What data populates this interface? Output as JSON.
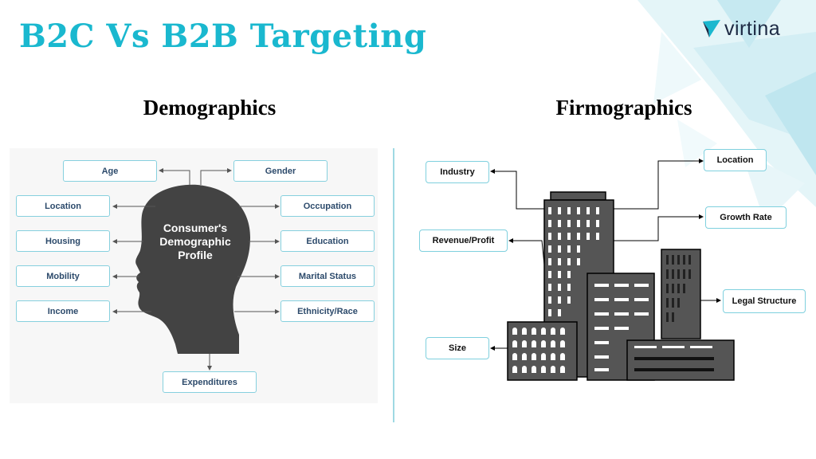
{
  "slide": {
    "title": "B2C Vs B2B  Targeting",
    "logo_text": "virtina",
    "logo_icon": "virtina-arrow-logo-icon",
    "accent_color": "#1ab8cf"
  },
  "demographics": {
    "heading": "Demographics",
    "center_label": "Consumer's Demographic Profile",
    "boxes": {
      "age": "Age",
      "gender": "Gender",
      "location": "Location",
      "occupation": "Occupation",
      "housing": "Housing",
      "education": "Education",
      "mobility": "Mobility",
      "marital_status": "Marital Status",
      "income": "Income",
      "ethnicity_race": "Ethnicity/Race",
      "expenditures": "Expenditures"
    }
  },
  "firmographics": {
    "heading": "Firmographics",
    "boxes": {
      "industry": "Industry",
      "location": "Location",
      "growth_rate": "Growth Rate",
      "revenue_profit": "Revenue/Profit",
      "legal_structure": "Legal Structure",
      "size": "Size"
    }
  }
}
